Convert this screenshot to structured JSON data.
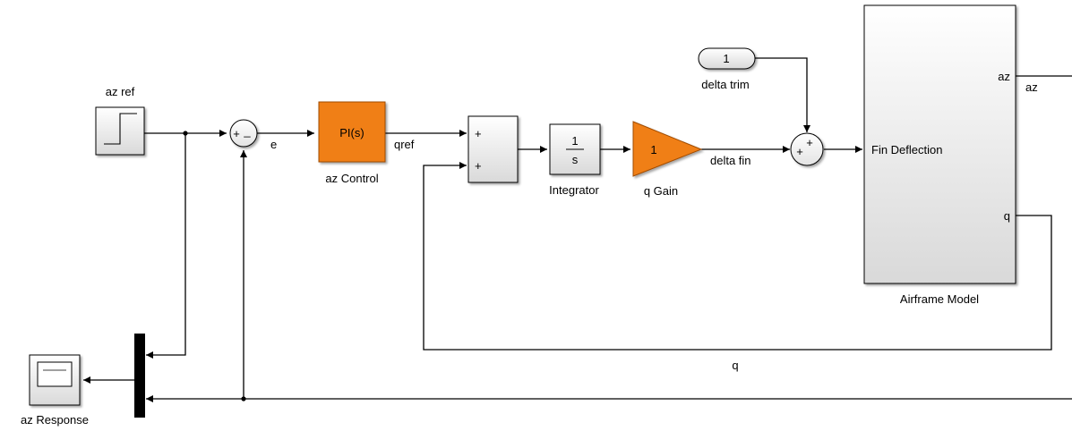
{
  "diagram": {
    "blocks": {
      "step": {
        "label": "az ref"
      },
      "sum1": {
        "signs": [
          "+",
          "_"
        ]
      },
      "pi": {
        "text": "PI(s)",
        "label": "az Control"
      },
      "sum2": {
        "signs": [
          "+",
          "+"
        ]
      },
      "integrator": {
        "num": "1",
        "den": "s",
        "label": "Integrator"
      },
      "gain": {
        "text": "1",
        "label": "q Gain"
      },
      "constant": {
        "text": "1",
        "label": "delta trim"
      },
      "sum3": {
        "signs": [
          "+",
          "+"
        ]
      },
      "airframe": {
        "label": "Airframe Model",
        "in_port": "Fin Deflection",
        "out_az": "az",
        "out_q": "q"
      },
      "mux": {},
      "scope": {
        "label": "az Response"
      }
    },
    "signals": {
      "e": "e",
      "qref": "qref",
      "delta_fin": "delta fin",
      "az": "az",
      "q": "q"
    },
    "colors": {
      "accent": "#f07f15",
      "accent_border": "#a04c00",
      "line": "#000000",
      "block_fill_top": "#ffffff",
      "block_fill_bottom": "#d9d9d9"
    }
  }
}
